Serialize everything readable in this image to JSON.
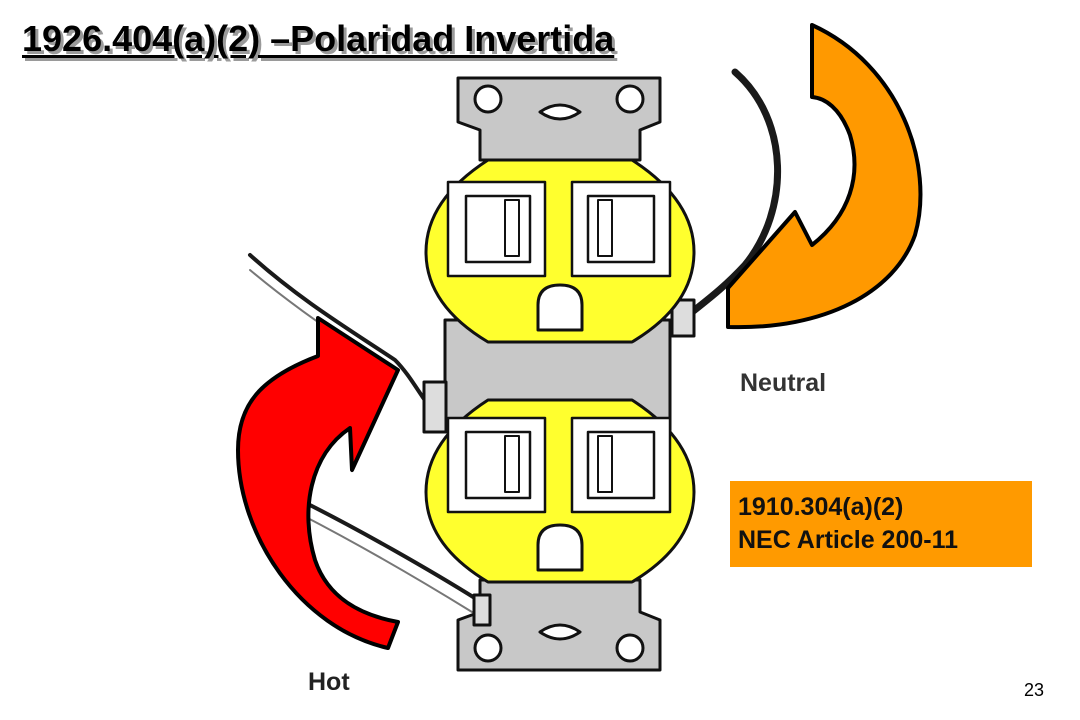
{
  "slide": {
    "title": "1926.404(a)(2) –Polaridad Invertida",
    "page_number": "23"
  },
  "labels": {
    "neutral": "Neutral",
    "hot": "Hot"
  },
  "reference_box": {
    "line1": "1910.304(a)(2)",
    "line2": "NEC Article 200-11"
  },
  "colors": {
    "outlet_face": "#ffff2e",
    "strap": "#c8c8c8",
    "neutral_arrow": "#ff9900",
    "hot_arrow": "#ff0000",
    "reference_box": "#ff9a00"
  }
}
